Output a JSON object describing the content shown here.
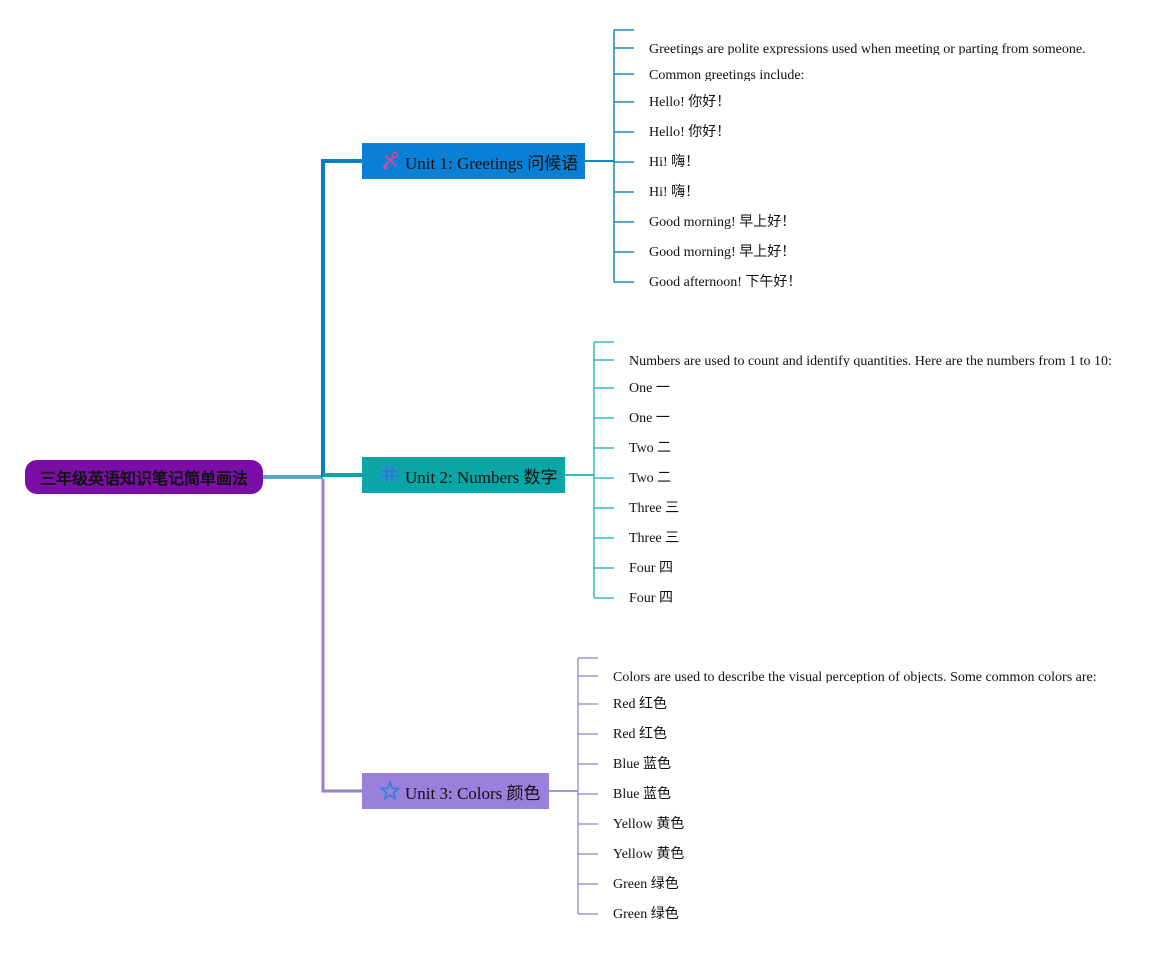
{
  "root": {
    "label": "三年级英语知识笔记简单画法",
    "color": "#7a0ea6"
  },
  "units": [
    {
      "label": "Unit 1: Greetings 问候语",
      "icon": "tools-icon",
      "color": "#0a7fd6",
      "line_color": "#1a86c8",
      "items": [
        "Greetings are polite expressions used when meeting or parting from someone.",
        "Common greetings include:",
        "Hello! 你好！",
        "Hello! 你好！",
        "Hi! 嗨！",
        "Hi! 嗨！",
        "Good morning! 早上好！",
        "Good morning! 早上好！",
        "Good afternoon! 下午好！"
      ]
    },
    {
      "label": "Unit 2: Numbers 数字",
      "icon": "grid-icon",
      "color": "#0aa6a6",
      "line_color": "#36b8c9",
      "items": [
        "Numbers are used to count and identify quantities. Here are the numbers from 1 to 10:",
        "One 一",
        "One 一",
        "Two 二",
        "Two 二",
        "Three 三",
        "Three 三",
        "Four 四",
        "Four 四"
      ]
    },
    {
      "label": "Unit 3: Colors 颜色",
      "icon": "star-icon",
      "color": "#9a7fdb",
      "line_color": "#a694d8",
      "items": [
        "Colors are used to describe the visual perception of objects. Some common colors are:",
        "Red 红色",
        "Red 红色",
        "Blue 蓝色",
        "Blue 蓝色",
        "Yellow 黄色",
        "Yellow 黄色",
        "Green 绿色",
        "Green 绿色"
      ]
    }
  ]
}
